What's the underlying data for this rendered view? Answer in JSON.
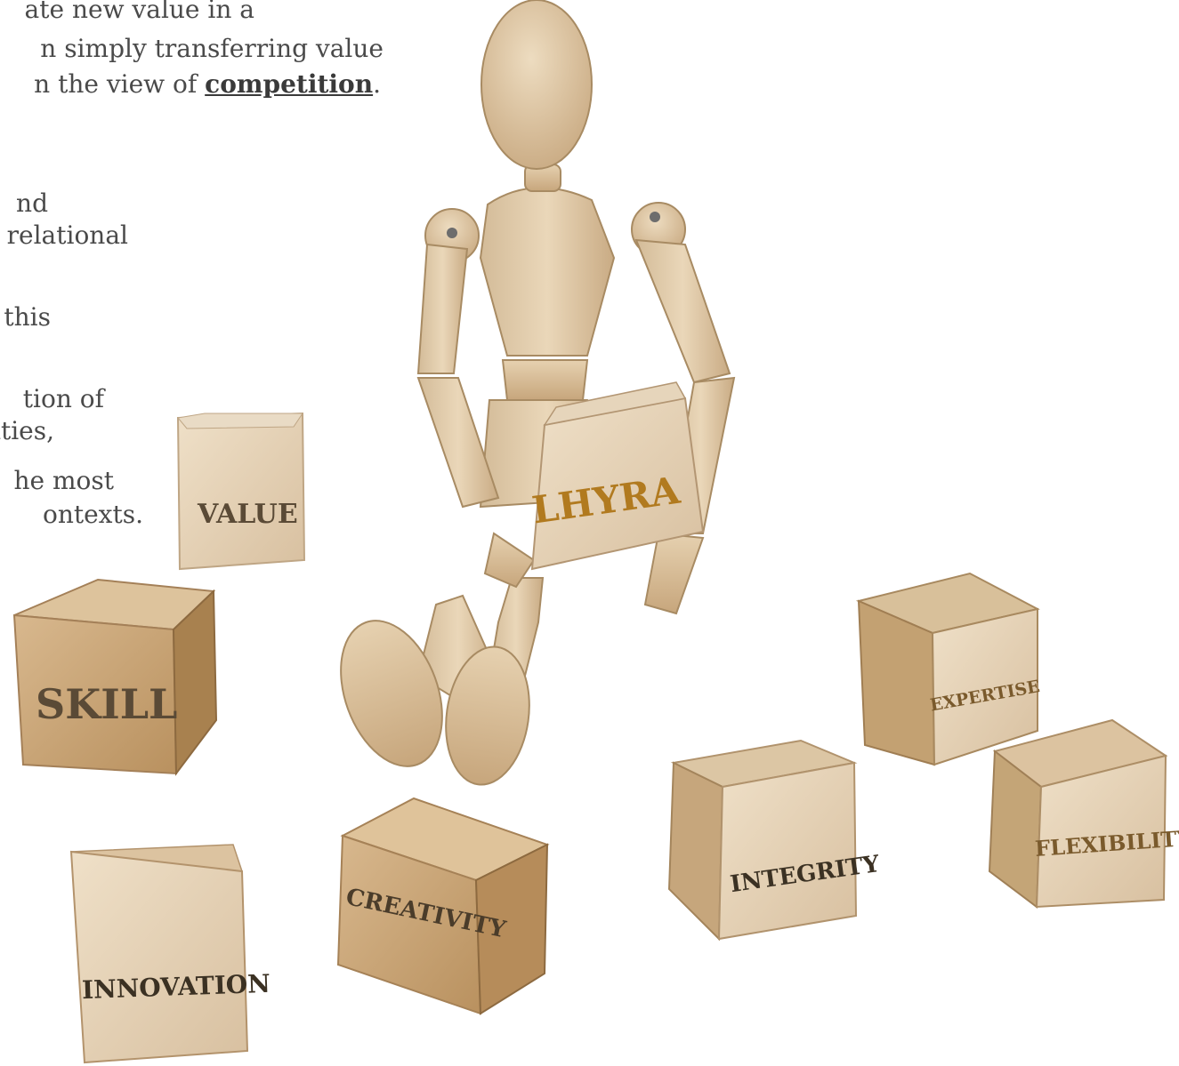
{
  "text": {
    "lines": [
      "ate new value in a",
      "n simply transferring value",
      "n the view of",
      "nd",
      "relational",
      "this",
      "tion of",
      "ities,",
      "he most",
      "ontexts."
    ],
    "competition_link": "competition",
    "period": "."
  },
  "blocks": {
    "value": "VALUE",
    "skill": "SKILL",
    "innovation": "INNOVATION",
    "creativity": "CREATIVITY",
    "lhyra": "LHYRA",
    "integrity": "INTEGRITY",
    "expertise": "EXPERTISE",
    "flexibility": "FLEXIBILITY"
  },
  "colors": {
    "wood_light": "#e6d3b6",
    "wood_mid": "#d3b48e",
    "wood_dark": "#b9956a",
    "engraving": "#5a4a36",
    "gold_engraving": "#b17a1f",
    "text": "#4a4a4a"
  }
}
